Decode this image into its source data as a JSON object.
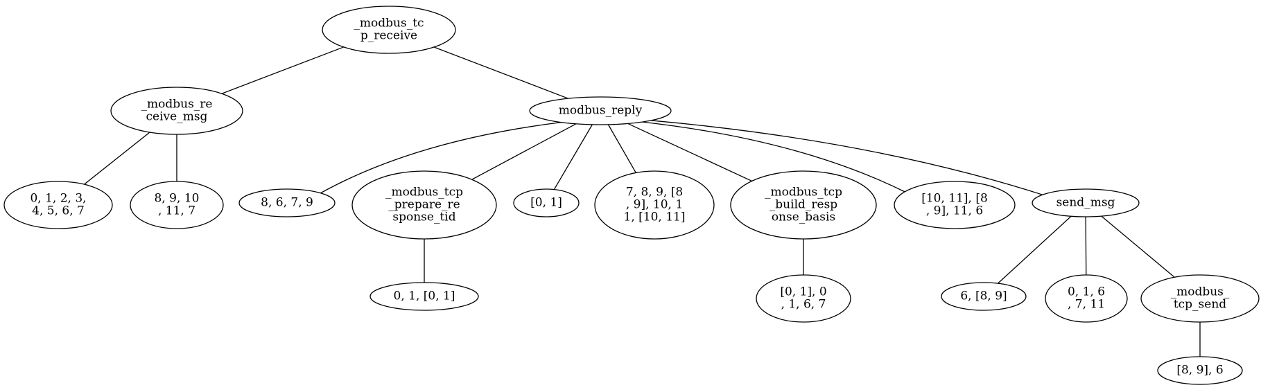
{
  "nodes": {
    "n_root": [
      "_modbus_tc",
      "p_receive"
    ],
    "n_receive_msg": [
      "_modbus_re",
      "ceive_msg"
    ],
    "n_reply": [
      "modbus_reply"
    ],
    "n_a1": [
      "0, 1, 2, 3,",
      "4, 5, 6, 7"
    ],
    "n_a2": [
      "8, 9, 10",
      ", 11, 7"
    ],
    "n_b1": [
      "8, 6, 7, 9"
    ],
    "n_b2": [
      "_modbus_tcp",
      "_prepare_re",
      "sponse_tid"
    ],
    "n_b3": [
      "[0, 1]"
    ],
    "n_b4": [
      "7, 8, 9, [8",
      ", 9], 10, 1",
      "1, [10, 11]"
    ],
    "n_b5": [
      "_modbus_tcp",
      "_build_resp",
      "onse_basis"
    ],
    "n_b6": [
      "[10, 11], [8",
      ", 9], 11, 6"
    ],
    "n_b7": [
      "send_msg"
    ],
    "n_c1": [
      "0, 1, [0, 1]"
    ],
    "n_c2": [
      "[0, 1], 0",
      ", 1, 6, 7"
    ],
    "n_c3": [
      "6, [8, 9]"
    ],
    "n_c4": [
      "0, 1, 6",
      ", 7, 11"
    ],
    "n_c5": [
      "_modbus_",
      "tcp_send"
    ],
    "n_d1": [
      "[8, 9], 6"
    ]
  },
  "edges": [
    [
      "n_root",
      "n_receive_msg"
    ],
    [
      "n_root",
      "n_reply"
    ],
    [
      "n_receive_msg",
      "n_a1"
    ],
    [
      "n_receive_msg",
      "n_a2"
    ],
    [
      "n_reply",
      "n_b1"
    ],
    [
      "n_reply",
      "n_b2"
    ],
    [
      "n_reply",
      "n_b3"
    ],
    [
      "n_reply",
      "n_b4"
    ],
    [
      "n_reply",
      "n_b5"
    ],
    [
      "n_reply",
      "n_b6"
    ],
    [
      "n_reply",
      "n_b7"
    ],
    [
      "n_b2",
      "n_c1"
    ],
    [
      "n_b5",
      "n_c2"
    ],
    [
      "n_b7",
      "n_c3"
    ],
    [
      "n_b7",
      "n_c4"
    ],
    [
      "n_b7",
      "n_c5"
    ],
    [
      "n_c5",
      "n_d1"
    ]
  ]
}
